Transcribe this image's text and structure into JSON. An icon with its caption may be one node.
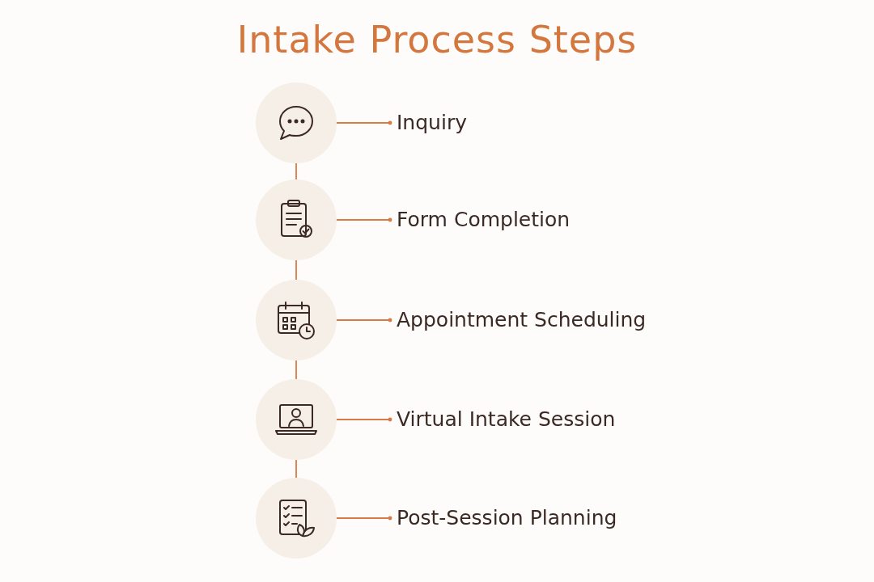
{
  "diagram": {
    "title": "Intake Process Steps",
    "nodes": [
      {
        "text": [],
        "shape": "circle"
      },
      {
        "text": [
          "Inquiry"
        ]
      },
      {
        "text": [],
        "shape": "circle"
      },
      {
        "text": [
          "Form Completion"
        ]
      },
      {
        "text": [],
        "shape": "circle"
      },
      {
        "text": [
          "Appointment Scheduling"
        ]
      },
      {
        "text": [],
        "shape": "circle"
      },
      {
        "text": [
          "Virtual Intake Session"
        ]
      },
      {
        "text": [],
        "shape": "circle"
      },
      {
        "text": [
          "Post-Session Planning"
        ]
      }
    ],
    "edges": [
      {
        "from": 0,
        "to": 1,
        "arrow": "other"
      },
      {
        "from": 0,
        "to": 2,
        "arrow": "none"
      },
      {
        "from": 2,
        "to": 3,
        "arrow": "other"
      },
      {
        "from": 2,
        "to": 4,
        "arrow": "none"
      },
      {
        "from": 4,
        "to": 5,
        "arrow": "other"
      },
      {
        "from": 4,
        "to": 6,
        "arrow": "none"
      },
      {
        "from": 6,
        "to": 7,
        "arrow": "other"
      },
      {
        "from": 6,
        "to": 8,
        "arrow": "none"
      },
      {
        "from": 8,
        "to": 9,
        "arrow": "other"
      }
    ]
  }
}
